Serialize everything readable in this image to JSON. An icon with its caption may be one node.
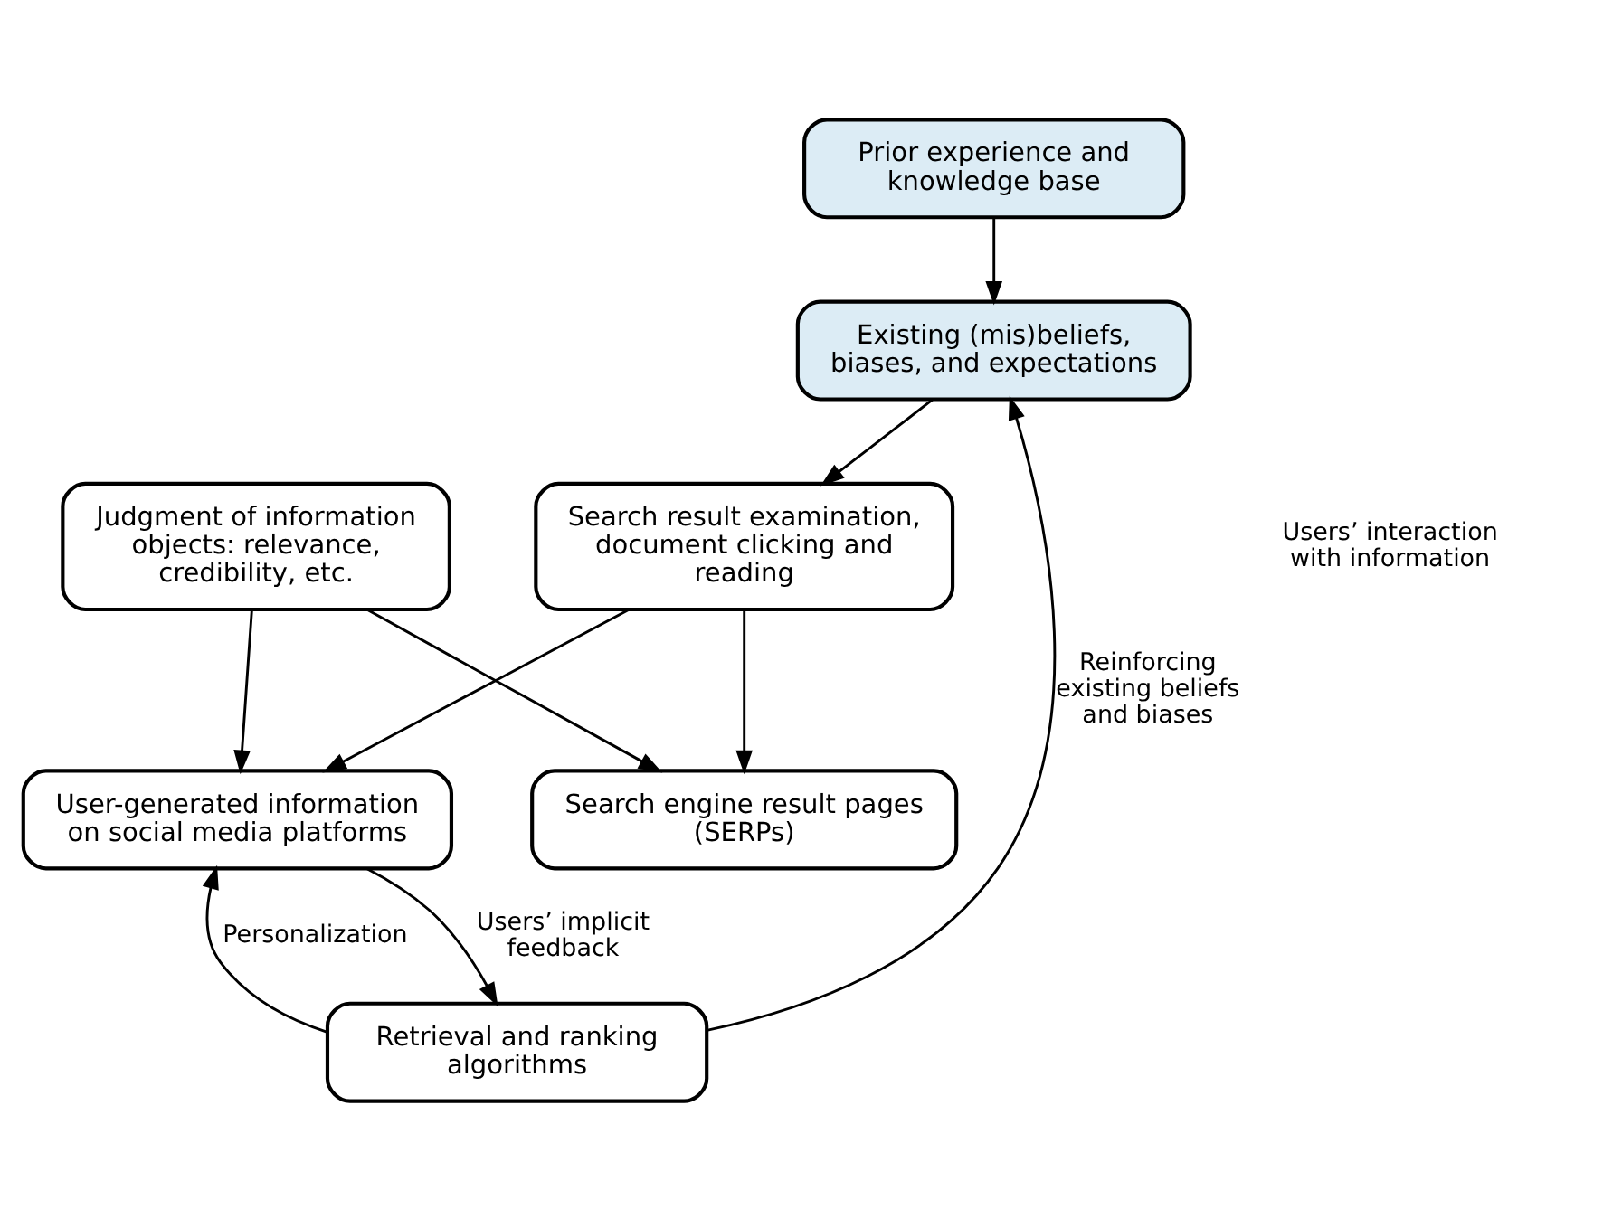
{
  "diagram": {
    "nodes": [
      {
        "text": [
          "Prior experience and knowledge base"
        ]
      },
      {
        "text": [
          "Existing (mis)beliefs, biases, and expectations"
        ]
      },
      {
        "text": [
          "Search result examination, document clicking and reading"
        ]
      },
      {
        "text": [
          "Judgment of information objects: relevance, credibility, etc."
        ]
      },
      {
        "text": [
          "Search engine result pages (SERPs)"
        ]
      },
      {
        "text": [
          "User-generated information on social media platforms"
        ]
      },
      {
        "text": [
          "Retrieval and ranking algorithms"
        ]
      }
    ],
    "edges": [
      {
        "from": 0,
        "to": 1,
        "arrow": "to"
      },
      {
        "from": 1,
        "to": 2,
        "arrow": "to"
      },
      {
        "from": 2,
        "to": 4,
        "arrow": "to"
      },
      {
        "from": 2,
        "to": 5,
        "arrow": "to"
      },
      {
        "from": 3,
        "to": 4,
        "arrow": "to"
      },
      {
        "from": 3,
        "to": 5,
        "arrow": "to"
      },
      {
        "from": 5,
        "to": 6,
        "arrow": "to",
        "label": "Users’ implicit feedback"
      },
      {
        "from": 6,
        "to": 5,
        "arrow": "to",
        "label": "Personalization"
      },
      {
        "from": 6,
        "to": 1,
        "arrow": "to",
        "label": "Reinforcing existing beliefs and biases"
      }
    ],
    "labels": [
      "Users’ interaction with information"
    ]
  }
}
